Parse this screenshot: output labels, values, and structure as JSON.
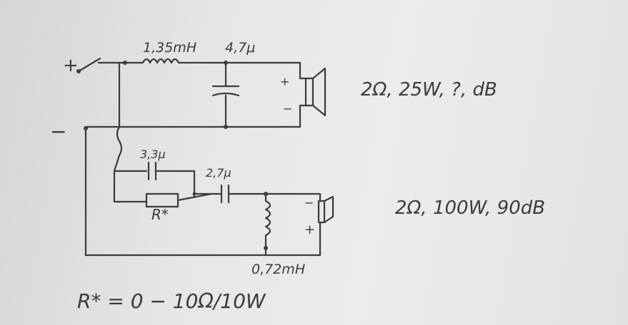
{
  "labels": {
    "plus": "+",
    "minus": "−",
    "l_top": "1,35mH",
    "c_top": "4,7μ",
    "c1": "3,3μ",
    "c2": "2,7μ",
    "r_star": "R*",
    "l_bottom": "0,72mH",
    "spk_top_plus": "+",
    "spk_top_minus": "−",
    "spk_bot_minus": "−",
    "spk_bot_plus": "+",
    "spec_top": "2Ω, 25W, ?, dB",
    "spec_bottom": "2Ω, 100W, 90dB",
    "r_formula": "R* = 0 − 10Ω/10W"
  }
}
